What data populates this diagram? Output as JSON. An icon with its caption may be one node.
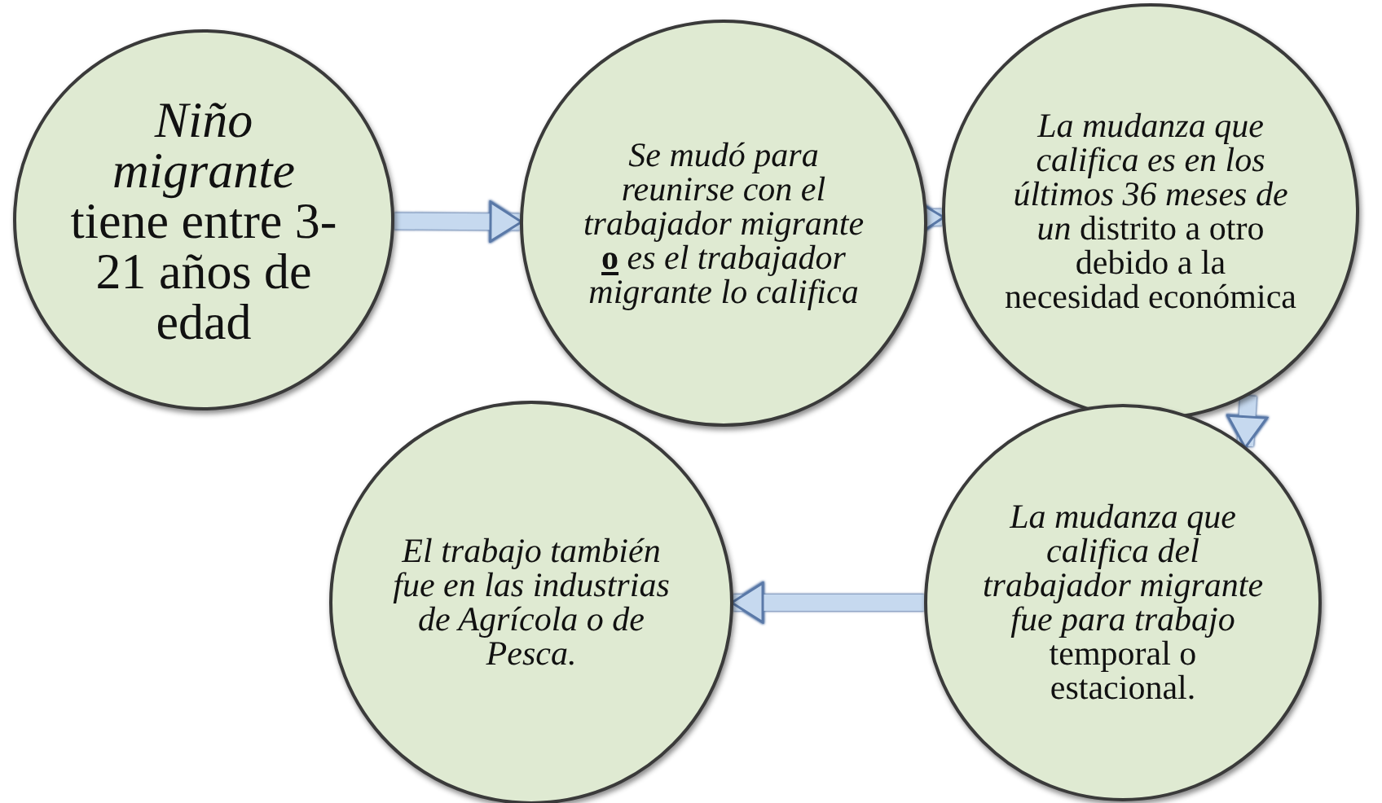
{
  "diagram": {
    "nodes": [
      {
        "text": [
          "*Niño migrante* tiene entre 3-21 años de edad"
        ]
      },
      {
        "text": [
          "Se mudó para reunirse con el trabajador migrante **o** es el trabajador migrante lo califica"
        ]
      },
      {
        "text": [
          "*La mudanza que califica es en los últimos 36 meses de un* distrito a otro debido a la necesidad económica"
        ]
      },
      {
        "text": [
          "*La mudanza que califica del trabajador migrante fue para trabajo* temporal o estacional."
        ]
      },
      {
        "text": [
          "El trabajo también fue en las industrias de Agrícola o de Pesca."
        ]
      }
    ],
    "edges": [
      {
        "from": 0,
        "to": 1,
        "arrow": "to"
      },
      {
        "from": 1,
        "to": 2,
        "arrow": "to"
      },
      {
        "from": 2,
        "to": 3,
        "arrow": "to"
      },
      {
        "from": 3,
        "to": 4,
        "arrow": "to"
      }
    ]
  }
}
